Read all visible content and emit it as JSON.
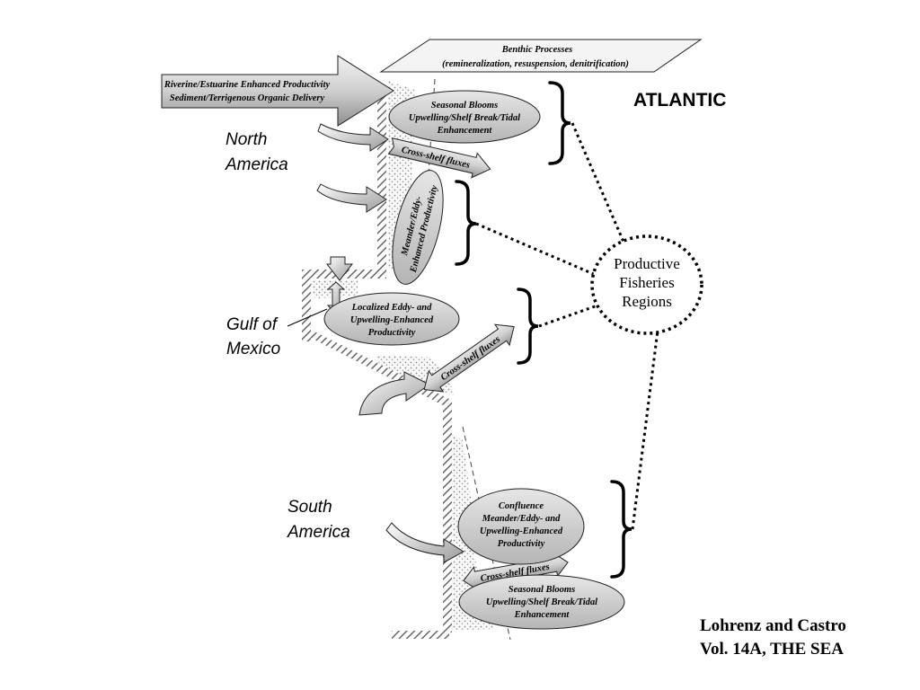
{
  "ocean_label": "ATLANTIC",
  "regions": {
    "north_america": [
      "North",
      "America"
    ],
    "gulf_of_mexico": [
      "Gulf of",
      "Mexico"
    ],
    "south_america": [
      "South",
      "America"
    ]
  },
  "benthic": {
    "title": "Benthic Processes",
    "subtitle": "(remineralization, resuspension, denitrification)"
  },
  "riverine": {
    "line1": "Riverine/Estuarine Enhanced Productivity",
    "line2": "Sediment/Terrigenous Organic Delivery"
  },
  "ellipses": {
    "na_seasonal": [
      "Seasonal Blooms",
      "Upwelling/Shelf Break/Tidal",
      "Enhancement"
    ],
    "na_meander": [
      "Meander/Eddy-",
      "Enhanced Productivity"
    ],
    "gulf_eddy": [
      "Localized Eddy- and",
      "Upwelling-Enhanced",
      "Productivity"
    ],
    "sa_confluence": [
      "Confluence",
      "Meander/Eddy- and",
      "Upwelling-Enhanced",
      "Productivity"
    ],
    "sa_seasonal": [
      "Seasonal Blooms",
      "Upwelling/Shelf Break/Tidal",
      "Enhancement"
    ]
  },
  "cross_shelf_label": "Cross-shelf fluxes",
  "fisheries": [
    "Productive",
    "Fisheries",
    "Regions"
  ],
  "credit": [
    "Lohrenz and Castro",
    "Vol. 14A, THE SEA"
  ],
  "colors": {
    "ellipse_fill": "#d4d4d4",
    "arrow_fill": "#bdbdbd",
    "coast_hatch": "#666666",
    "stipple": "#9a9a9a"
  }
}
